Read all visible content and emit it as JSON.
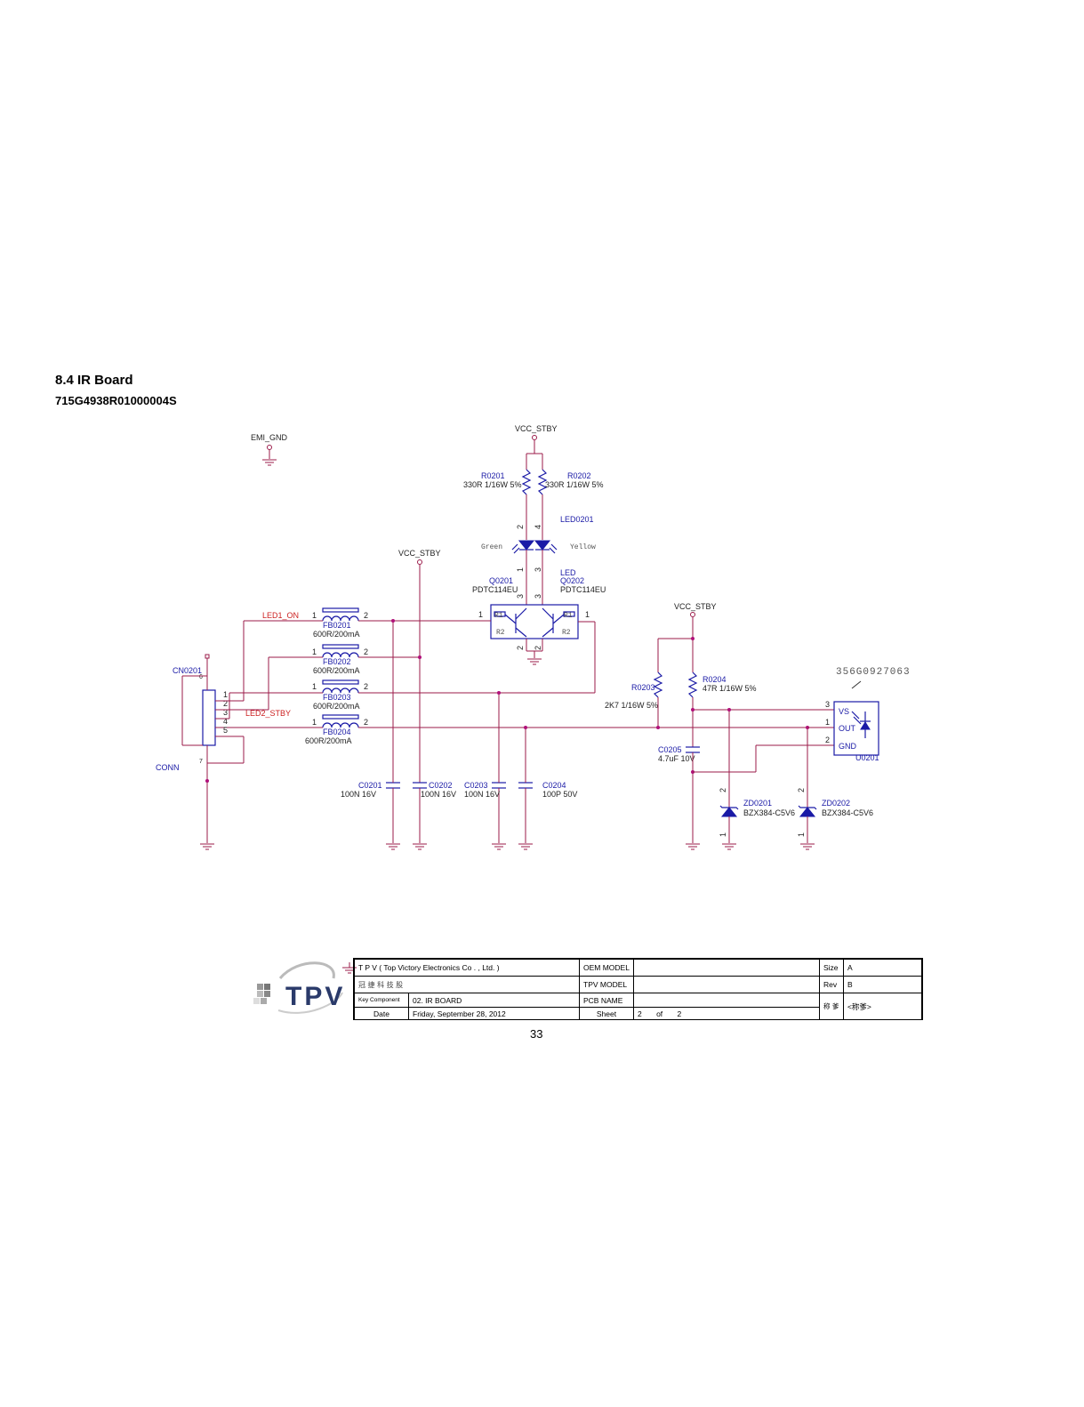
{
  "heading": "8.4 IR Board",
  "part_number": "715G4938R01000004S",
  "page_number": "33",
  "nets": {
    "emi_gnd": "EMI_GND",
    "vcc_top": "VCC_STBY",
    "vcc_mid": "VCC_STBY",
    "vcc_right": "VCC_STBY",
    "led1_on": "LED1_ON",
    "led2_stby": "LED2_STBY"
  },
  "connector": {
    "ref": "CN0201",
    "name": "CONN",
    "pins": [
      "1",
      "2",
      "3",
      "4",
      "5"
    ],
    "pin_top": "6",
    "pin_bot": "7"
  },
  "ferrites": [
    {
      "ref": "FB0201",
      "value": "600R/200mA"
    },
    {
      "ref": "FB0202",
      "value": "600R/200mA"
    },
    {
      "ref": "FB0203",
      "value": "600R/200mA"
    },
    {
      "ref": "FB0204",
      "value": "600R/200mA"
    }
  ],
  "fb_pin1": "1",
  "fb_pin2": "2",
  "resistors": [
    {
      "ref": "R0201",
      "value": "330R 1/16W 5%"
    },
    {
      "ref": "R0202",
      "value": "330R 1/16W 5%"
    },
    {
      "ref": "R0203",
      "value": "2K7 1/16W 5%"
    },
    {
      "ref": "R0204",
      "value": "47R 1/16W 5%"
    }
  ],
  "led": {
    "ref": "LED0201",
    "name": "LED",
    "color1": "Green",
    "color2": "Yellow",
    "pins": [
      "2",
      "4",
      "1",
      "3"
    ]
  },
  "transistors": [
    {
      "ref": "Q0201",
      "value": "PDTC114EU",
      "r1": "R1",
      "r2": "R2",
      "pin_b": "1",
      "pin_c": "3",
      "pin_e": "2"
    },
    {
      "ref": "Q0202",
      "value": "PDTC114EU",
      "r1": "R1",
      "r2": "R2",
      "pin_b": "1",
      "pin_c": "3",
      "pin_e": "2"
    }
  ],
  "capacitors": [
    {
      "ref": "C0201",
      "value": "100N 16V"
    },
    {
      "ref": "C0202",
      "value": "100N 16V"
    },
    {
      "ref": "C0203",
      "value": "100N 16V"
    },
    {
      "ref": "C0204",
      "value": "100P 50V"
    },
    {
      "ref": "C0205",
      "value": "4.7uF 10V"
    }
  ],
  "zeners": [
    {
      "ref": "ZD0201",
      "value": "BZX384-C5V6",
      "pin_top": "2",
      "pin_bot": "1"
    },
    {
      "ref": "ZD0202",
      "value": "BZX384-C5V6",
      "pin_top": "2",
      "pin_bot": "1"
    }
  ],
  "ir_receiver": {
    "ref": "U0201",
    "part": "356G0927063",
    "pins": {
      "vs": "VS",
      "out": "OUT",
      "gnd": "GND"
    },
    "pin_nums": [
      "3",
      "1",
      "2"
    ]
  },
  "title_block": {
    "company": "T P V   ( Top   Victory   Electronics   Co . ,   Ltd. )",
    "chinese": "冠 捷 科 技 股",
    "key_component_label": "Key Component",
    "key_component_value": "02. IR BOARD",
    "date_label": "Date",
    "date_value": "Friday, September 28, 2012",
    "oem_model_label": "OEM MODEL",
    "oem_model_value": "",
    "tpv_model_label": "TPV MODEL",
    "tpv_model_value": "",
    "pcb_name_label": "PCB NAME",
    "pcb_name_value": "",
    "sheet_label": "Sheet",
    "sheet_no": "2",
    "sheet_of": "of",
    "sheet_total": "2",
    "size_label": "Size",
    "size_value": "A",
    "rev_label": "Rev",
    "rev_value": "B",
    "name_label": "称 爹",
    "name_value": "<称爹>"
  },
  "logo_text": "TPV",
  "colors": {
    "wire": "#9b1b4a",
    "component": "#1a1aa6",
    "net_label": "#cc2222",
    "junction": "#b0107a"
  }
}
